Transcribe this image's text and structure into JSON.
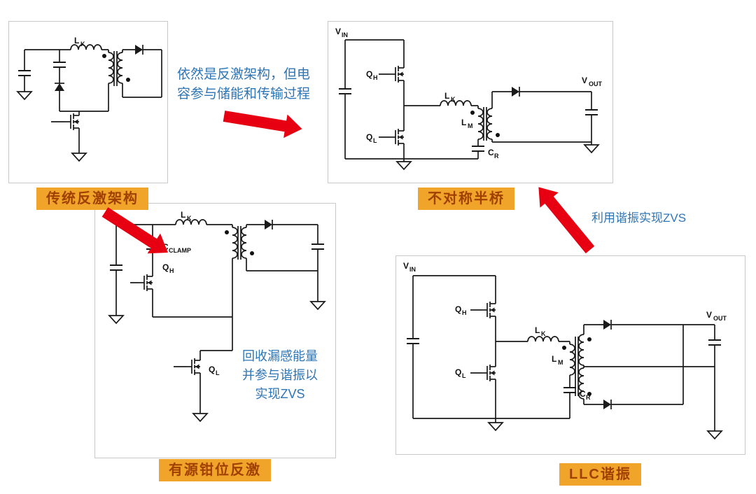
{
  "labels": {
    "flyback": "传统反激架构",
    "ahb": "不对称半桥",
    "acf": "有源钳位反激",
    "llc": "LLC谐振"
  },
  "notes": {
    "cap_transfer": {
      "lines": [
        "依然是反激架构，但电",
        "容参与储能和传输过程"
      ]
    },
    "zvs": "利用谐振实现ZVS",
    "clamp": {
      "lines": [
        "回收漏感能量",
        "并参与谐振以",
        "实现ZVS"
      ]
    }
  },
  "symbols": {
    "lk": {
      "main": "L",
      "sub": "K"
    },
    "lm": {
      "main": "L",
      "sub": "M"
    },
    "cr": {
      "main": "C",
      "sub": "R"
    },
    "cclamp": {
      "main": "C",
      "sub": "CLAMP"
    },
    "qh": {
      "main": "Q",
      "sub": "H"
    },
    "ql": {
      "main": "Q",
      "sub": "L"
    },
    "vin": {
      "main": "V",
      "sub": "IN"
    },
    "vout": {
      "main": "V",
      "sub": "OUT"
    }
  },
  "colors": {
    "label_bg": "#F0A42A",
    "label_text": "#A04000",
    "note_text": "#2E75B6",
    "arrow": "#E60012",
    "wire": "#1a1a1a"
  }
}
